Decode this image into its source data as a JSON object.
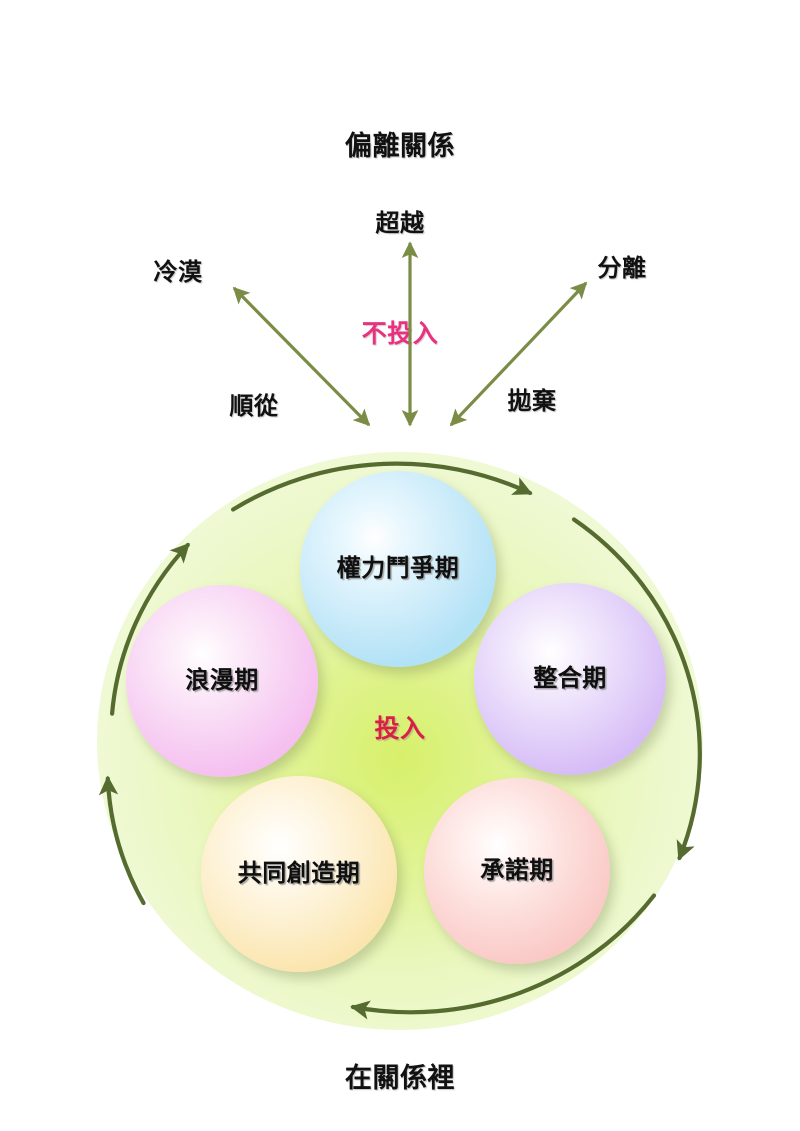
{
  "diagram": {
    "top_title": "偏離關係",
    "bottom_title": "在關係裡",
    "center_label": "投入",
    "outer_center_label": "不投入",
    "accent_pink": "#e8317f",
    "accent_crimson": "#d81f45",
    "ring_color": "#556b2f",
    "arrow_color": "#7b8c46",
    "disc_color": "#e9f7bd"
  },
  "deviation": {
    "up_label": "超越",
    "left_label": "冷漠",
    "right_label": "分離",
    "left_lower_label": "順從",
    "right_lower_label": "拋棄"
  },
  "phases": [
    {
      "id": "power",
      "label": "權力鬥爭期",
      "color": "#b3e2f6"
    },
    {
      "id": "romance",
      "label": "浪漫期",
      "color": "#f5bff0"
    },
    {
      "id": "integration",
      "label": "整合期",
      "color": "#d6bcf6"
    },
    {
      "id": "cocreate",
      "label": "共同創造期",
      "color": "#fbe5ae"
    },
    {
      "id": "commitment",
      "label": "承諾期",
      "color": "#fac9c6"
    }
  ],
  "chart_data": {
    "type": "diagram",
    "title": "偏離關係 / 在關係裡",
    "cycle_direction": "clockwise",
    "inner_cycle": [
      "浪漫期",
      "權力鬥爭期",
      "整合期",
      "承諾期",
      "共同創造期"
    ],
    "inner_state": "投入",
    "outer_state": "不投入",
    "exit_paths": [
      "冷漠",
      "超越",
      "分離"
    ],
    "exit_modes": [
      "順從",
      "拋棄"
    ]
  }
}
